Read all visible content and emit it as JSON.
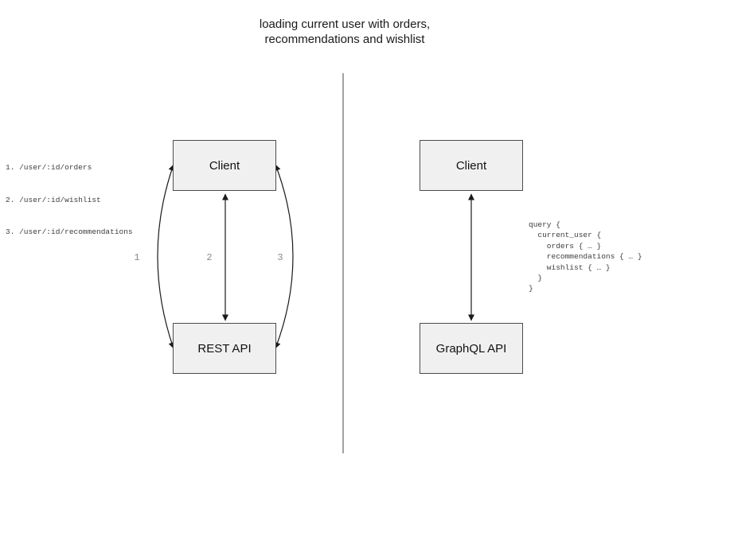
{
  "title": "loading current user with orders,\nrecommendations and wishlist",
  "colors": {
    "box_fill": "#f0f0f0",
    "box_border": "#4c4c4c",
    "arrow": "#1a1a1a",
    "divider": "#7a7a7a",
    "code_text": "#3d3d3d",
    "arrow_number": "#8a8a8a"
  },
  "left_panel": {
    "endpoints": [
      "1. /user/:id/orders",
      "2. /user/:id/wishlist",
      "3. /user/:id/recommendations"
    ],
    "client_label": "Client",
    "api_label": "REST API",
    "arrow_labels": [
      "1",
      "2",
      "3"
    ]
  },
  "right_panel": {
    "client_label": "Client",
    "api_label": "GraphQL API",
    "query_code": "query {\n  current_user {\n    orders { … }\n    recommendations { … }\n    wishlist { … }\n  }\n}"
  }
}
